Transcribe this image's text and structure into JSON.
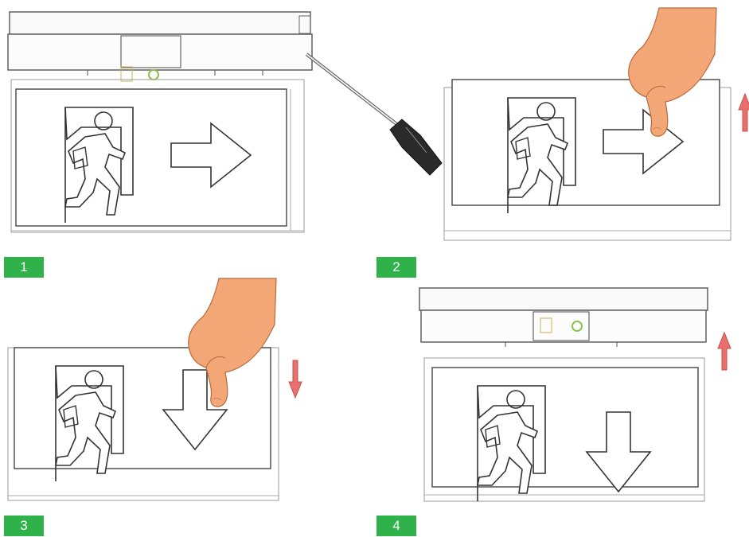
{
  "steps": [
    {
      "number": "1",
      "action": "unscrew-with-screwdriver",
      "sign_arrow": "right"
    },
    {
      "number": "2",
      "action": "lift-panel-up",
      "sign_arrow": "right",
      "motion_arrow": "up"
    },
    {
      "number": "3",
      "action": "insert-panel-down",
      "sign_arrow": "down",
      "motion_arrow": "down"
    },
    {
      "number": "4",
      "action": "mount-housing-up",
      "sign_arrow": "down",
      "motion_arrow": "up"
    }
  ],
  "colors": {
    "badge": "#2fb24a",
    "motion_arrow": "#e8706c",
    "line": "#444444",
    "hand": "#f3a676",
    "screwdriver_handle": "#2a2a2a",
    "indicator_led": "#8bc34a"
  }
}
